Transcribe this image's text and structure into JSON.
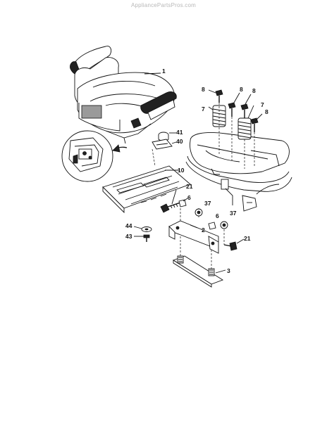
{
  "watermark": "AppliancePartsPros.com",
  "callouts": {
    "seat": "1",
    "hinge_bracket": "2",
    "lower_plate": "3",
    "bolt_front": "21",
    "bolt_rear": "21",
    "nut_left": "6",
    "nut_mid": "6",
    "washer_left": "37",
    "washer_right": "37",
    "spring_left": "7",
    "spring_right": "7",
    "screw_a": "8",
    "screw_b": "8",
    "screw_c": "8",
    "screw_d": "8",
    "pan": "10",
    "bushing": "41",
    "clip": "40",
    "washer_44": "44",
    "screw_43": "43"
  }
}
